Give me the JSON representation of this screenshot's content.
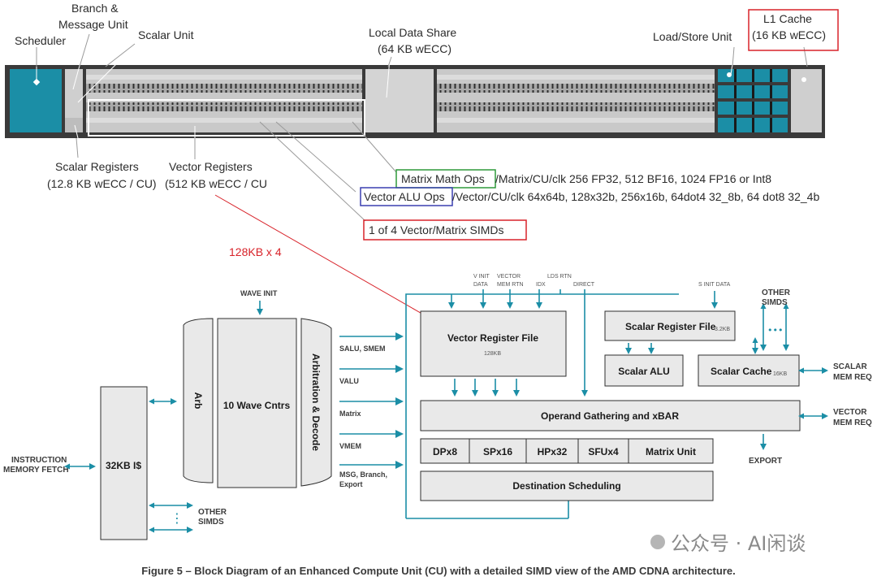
{
  "top": {
    "scheduler": "Scheduler",
    "branch_line1": "Branch &",
    "branch_line2": "Message Unit",
    "scalar_unit": "Scalar Unit",
    "lds_line1": "Local Data Share",
    "lds_line2": "(64 KB wECC)",
    "load_store": "Load/Store Unit",
    "l1_line1": "L1 Cache",
    "l1_line2": "(16 KB wECC)",
    "scalar_regs_line1": "Scalar Registers",
    "scalar_regs_line2": "(12.8 KB wECC / CU)",
    "vector_regs_line1": "Vector Registers",
    "vector_regs_line2": "(512 KB wECC / CU",
    "matrix_ops_label": "Matrix Math Ops",
    "matrix_ops_rest": "/Matrix/CU/clk 256 FP32, 512 BF16, 1024 FP16 or Int8",
    "vector_ops_label": "Vector ALU Ops",
    "vector_ops_rest": "/Vector/CU/clk 64x64b, 128x32b, 256x16b, 64dot4 32_8b,  64 dot8 32_4b",
    "simd_label": "1 of 4 Vector/Matrix SIMDs",
    "annotation": "128KB x 4"
  },
  "diagram": {
    "wave_init": "WAVE INIT",
    "arb": "Arb",
    "wave_cntrs": "10 Wave Cntrs",
    "arb_decode": "Arbitration & Decode",
    "icache": "32KB I$",
    "instr_line1": "INSTRUCTION",
    "instr_line2": "MEMORY FETCH",
    "other_simds_line1": "OTHER",
    "other_simds_line2": "SIMDS",
    "issue_salu": "SALU, SMEM",
    "issue_valu": "VALU",
    "issue_matrix": "Matrix",
    "issue_vmem": "VMEM",
    "issue_msg_line1": "MSG, Branch,",
    "issue_msg_line2": "Export",
    "top_v_init_1": "V INIT",
    "top_v_init_2": "DATA",
    "top_vector_mem_1": "VECTOR",
    "top_vector_mem_2": "MEM RTN",
    "top_lds_rtn": "LDS RTN",
    "top_idx": "IDX",
    "top_direct": "DIRECT",
    "top_s_init": "S INIT DATA",
    "vrf": "Vector Register File",
    "vrf_size": "128KB",
    "srf": "Scalar Register File",
    "srf_size": "3.2KB",
    "scalar_alu": "Scalar ALU",
    "scalar_cache": "Scalar Cache",
    "scalar_cache_size": "16KB",
    "scalar_mem_line1": "SCALAR",
    "scalar_mem_line2": "MEM REQ",
    "vector_mem_line1": "VECTOR",
    "vector_mem_line2": "MEM REQ",
    "operand": "Operand Gathering and xBAR",
    "dpx8": "DPx8",
    "spx16": "SPx16",
    "hpx32": "HPx32",
    "sfux4": "SFUx4",
    "matrix_unit": "Matrix Unit",
    "dest_sched": "Destination Scheduling",
    "export": "EXPORT",
    "other_simds_r_line1": "OTHER",
    "other_simds_r_line2": "SIMDS",
    "dots": "•••",
    "vdots": "⋮"
  },
  "caption": "Figure 5 – Block Diagram of an Enhanced Compute Unit (CU) with a detailed SIMD view of the AMD CDNA architecture.",
  "watermark": "公众号 · AI闲谈",
  "colors": {
    "teal": "#1b8ea6",
    "green_box": "#2e9a3a",
    "blue_box": "#3a3fb0",
    "red": "#d8232a"
  }
}
